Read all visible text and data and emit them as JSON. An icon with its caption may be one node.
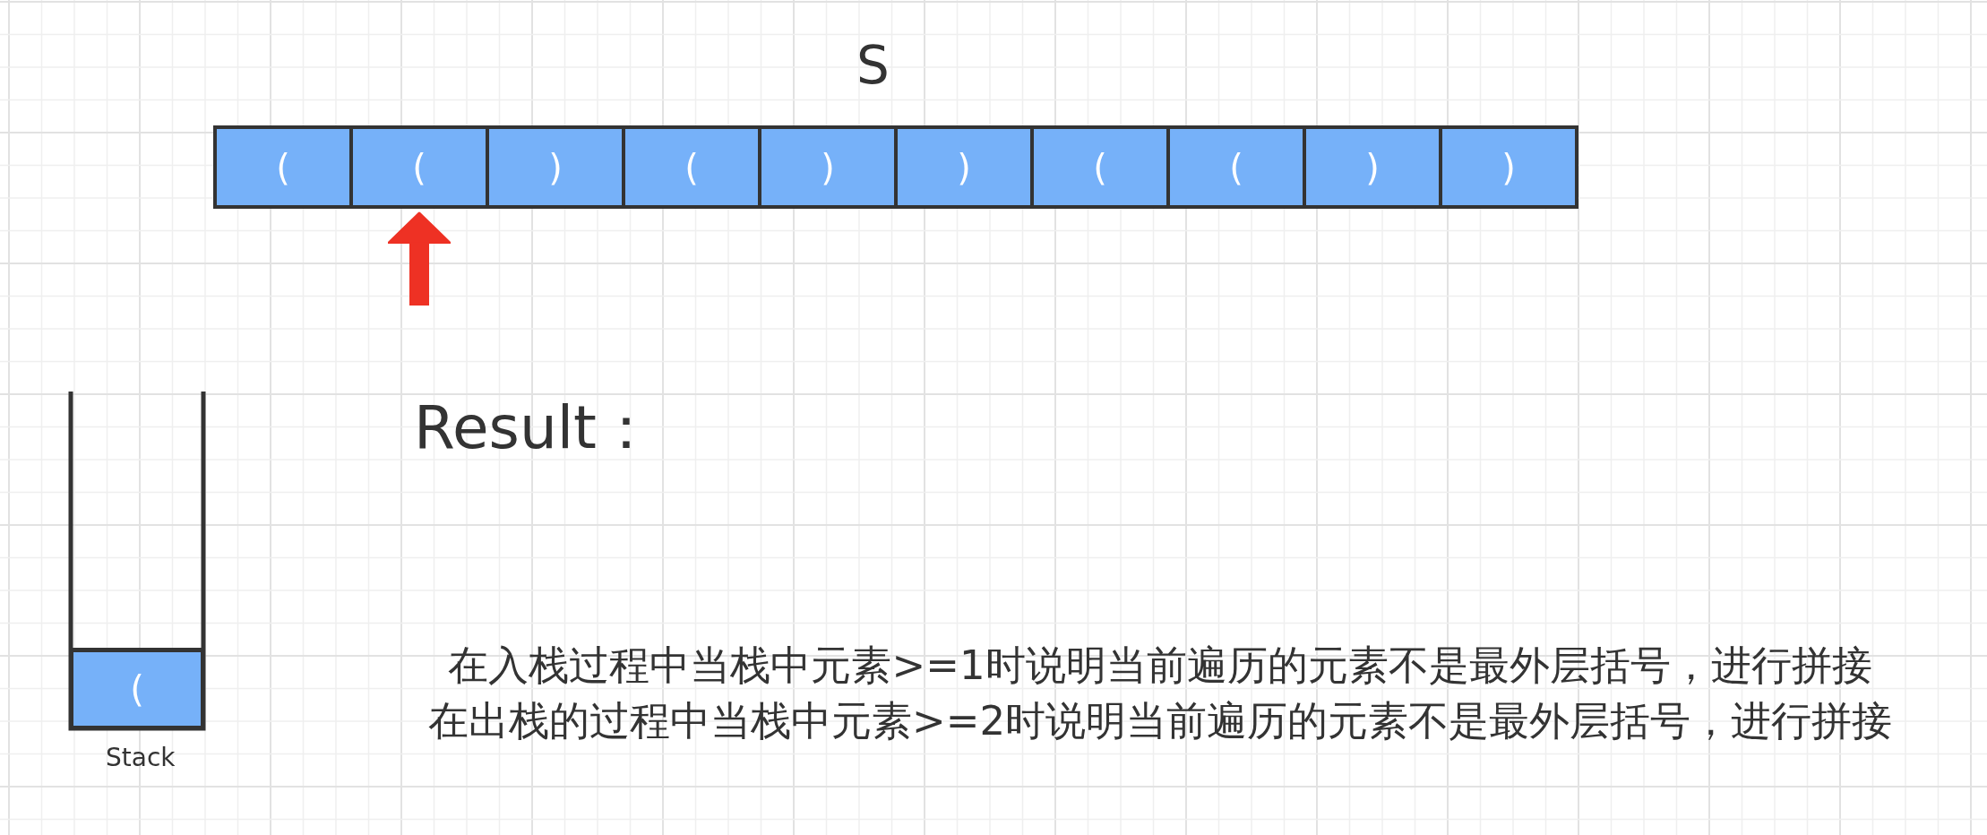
{
  "diagram": {
    "nodes": [
      {
        "text": [
          "S"
        ]
      },
      {
        "text": [
          "("
        ],
        "in": 0
      },
      {
        "text": [
          "("
        ],
        "in": 0
      },
      {
        "text": [
          ")"
        ],
        "in": 0
      },
      {
        "text": [
          "("
        ],
        "in": 0
      },
      {
        "text": [
          ")"
        ],
        "in": 0
      },
      {
        "text": [
          ")"
        ],
        "in": 0
      },
      {
        "text": [
          "("
        ],
        "in": 0
      },
      {
        "text": [
          "("
        ],
        "in": 0
      },
      {
        "text": [
          ")"
        ],
        "in": 0
      },
      {
        "text": [
          ")"
        ],
        "in": 0
      },
      {
        "text": [
          "Stack"
        ]
      },
      {
        "text": [
          "("
        ],
        "in": 11
      }
    ],
    "edges": [
      {
        "from": null,
        "to": 2,
        "arrow": "to"
      }
    ],
    "labels": [
      "Result：",
      "在入栈过程中当栈中元素>=1时说明当前遍历的元素不是最外层括号，进行拼接",
      "在出栈的过程中当栈中元素>=2时说明当前遍历的元素不是最外层括号，进行拼接"
    ]
  }
}
